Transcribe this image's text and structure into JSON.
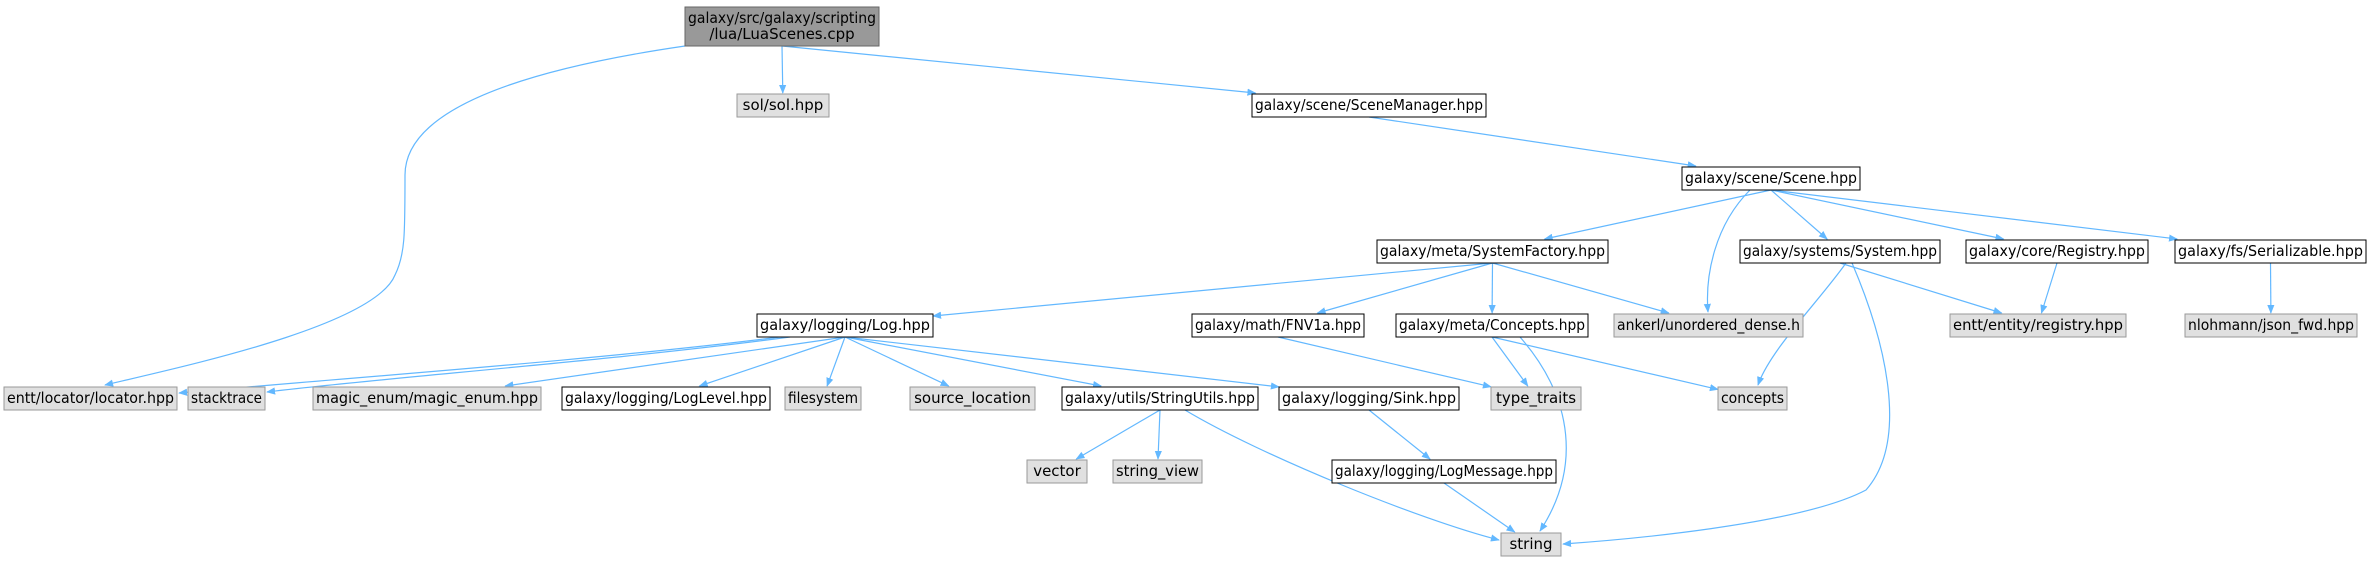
{
  "nodes": [
    {
      "id": "root",
      "lines": [
        "galaxy/src/galaxy/scripting",
        "/lua/LuaScenes.cpp"
      ],
      "style": "root"
    },
    {
      "id": "sol",
      "lines": [
        "sol/sol.hpp"
      ],
      "style": "external"
    },
    {
      "id": "scenemanager",
      "lines": [
        "galaxy/scene/SceneManager.hpp"
      ],
      "style": "internal"
    },
    {
      "id": "scene",
      "lines": [
        "galaxy/scene/Scene.hpp"
      ],
      "style": "internal"
    },
    {
      "id": "systemfactory",
      "lines": [
        "galaxy/meta/SystemFactory.hpp"
      ],
      "style": "internal"
    },
    {
      "id": "system",
      "lines": [
        "galaxy/systems/System.hpp"
      ],
      "style": "internal"
    },
    {
      "id": "registry",
      "lines": [
        "galaxy/core/Registry.hpp"
      ],
      "style": "internal"
    },
    {
      "id": "serializable",
      "lines": [
        "galaxy/fs/Serializable.hpp"
      ],
      "style": "internal"
    },
    {
      "id": "log",
      "lines": [
        "galaxy/logging/Log.hpp"
      ],
      "style": "internal"
    },
    {
      "id": "fnv1a",
      "lines": [
        "galaxy/math/FNV1a.hpp"
      ],
      "style": "internal"
    },
    {
      "id": "concepts_hpp",
      "lines": [
        "galaxy/meta/Concepts.hpp"
      ],
      "style": "internal"
    },
    {
      "id": "unordered_dense",
      "lines": [
        "ankerl/unordered_dense.h"
      ],
      "style": "external"
    },
    {
      "id": "entt_registry",
      "lines": [
        "entt/entity/registry.hpp"
      ],
      "style": "external"
    },
    {
      "id": "json_fwd",
      "lines": [
        "nlohmann/json_fwd.hpp"
      ],
      "style": "external"
    },
    {
      "id": "locator",
      "lines": [
        "entt/locator/locator.hpp"
      ],
      "style": "external"
    },
    {
      "id": "stacktrace",
      "lines": [
        "stacktrace"
      ],
      "style": "external"
    },
    {
      "id": "magic_enum",
      "lines": [
        "magic_enum/magic_enum.hpp"
      ],
      "style": "external"
    },
    {
      "id": "loglevel",
      "lines": [
        "galaxy/logging/LogLevel.hpp"
      ],
      "style": "internal"
    },
    {
      "id": "filesystem",
      "lines": [
        "filesystem"
      ],
      "style": "external"
    },
    {
      "id": "source_location",
      "lines": [
        "source_location"
      ],
      "style": "external"
    },
    {
      "id": "stringutils",
      "lines": [
        "galaxy/utils/StringUtils.hpp"
      ],
      "style": "internal"
    },
    {
      "id": "sink",
      "lines": [
        "galaxy/logging/Sink.hpp"
      ],
      "style": "internal"
    },
    {
      "id": "type_traits",
      "lines": [
        "type_traits"
      ],
      "style": "external"
    },
    {
      "id": "concepts",
      "lines": [
        "concepts"
      ],
      "style": "external"
    },
    {
      "id": "vector",
      "lines": [
        "vector"
      ],
      "style": "external"
    },
    {
      "id": "string_view",
      "lines": [
        "string_view"
      ],
      "style": "external"
    },
    {
      "id": "logmessage",
      "lines": [
        "galaxy/logging/LogMessage.hpp"
      ],
      "style": "internal"
    },
    {
      "id": "string",
      "lines": [
        "string"
      ],
      "style": "external"
    }
  ],
  "edges": [
    [
      "root",
      "locator"
    ],
    [
      "root",
      "sol"
    ],
    [
      "root",
      "scenemanager"
    ],
    [
      "scenemanager",
      "scene"
    ],
    [
      "scene",
      "systemfactory"
    ],
    [
      "scene",
      "unordered_dense"
    ],
    [
      "scene",
      "system"
    ],
    [
      "scene",
      "registry"
    ],
    [
      "scene",
      "serializable"
    ],
    [
      "systemfactory",
      "log"
    ],
    [
      "systemfactory",
      "fnv1a"
    ],
    [
      "systemfactory",
      "concepts_hpp"
    ],
    [
      "systemfactory",
      "unordered_dense"
    ],
    [
      "system",
      "concepts"
    ],
    [
      "system",
      "string"
    ],
    [
      "system",
      "entt_registry"
    ],
    [
      "registry",
      "entt_registry"
    ],
    [
      "serializable",
      "json_fwd"
    ],
    [
      "log",
      "locator"
    ],
    [
      "log",
      "stacktrace"
    ],
    [
      "log",
      "magic_enum"
    ],
    [
      "log",
      "loglevel"
    ],
    [
      "log",
      "filesystem"
    ],
    [
      "log",
      "source_location"
    ],
    [
      "log",
      "stringutils"
    ],
    [
      "log",
      "sink"
    ],
    [
      "fnv1a",
      "type_traits"
    ],
    [
      "concepts_hpp",
      "type_traits"
    ],
    [
      "concepts_hpp",
      "concepts"
    ],
    [
      "concepts_hpp",
      "string"
    ],
    [
      "stringutils",
      "vector"
    ],
    [
      "stringutils",
      "string_view"
    ],
    [
      "stringutils",
      "string"
    ],
    [
      "sink",
      "logmessage"
    ],
    [
      "logmessage",
      "string"
    ]
  ],
  "colors": {
    "edge": "#63b8ff",
    "root_fill": "#999999",
    "root_stroke": "#666666",
    "internal_fill": "#ffffff",
    "internal_stroke": "#000000",
    "external_fill": "#e0e0e0",
    "external_stroke": "#999999"
  }
}
